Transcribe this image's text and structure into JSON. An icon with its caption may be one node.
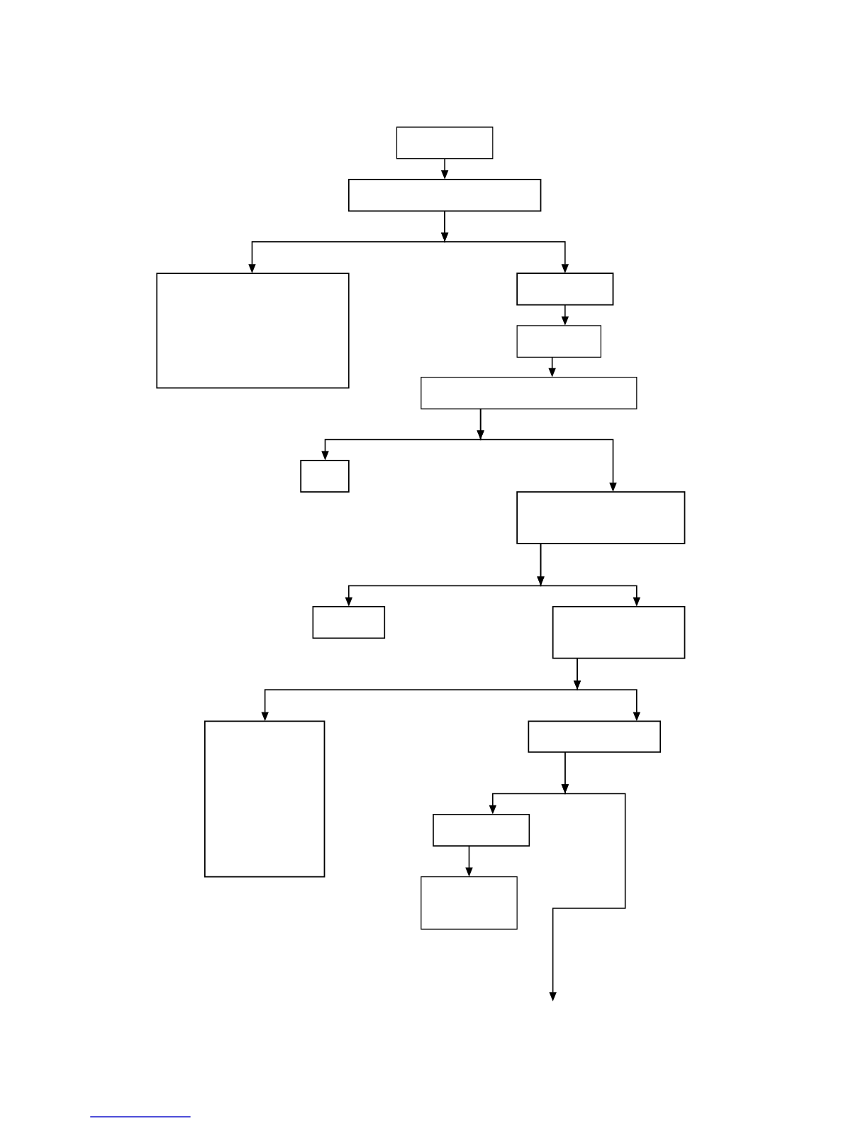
{
  "diagram": {
    "nodes": [
      {
        "text": [],
        "shape": "box"
      },
      {
        "text": [],
        "shape": "box"
      },
      {
        "text": [],
        "shape": "box"
      },
      {
        "text": [],
        "shape": "box"
      },
      {
        "text": [],
        "shape": "box"
      },
      {
        "text": [],
        "shape": "box"
      },
      {
        "text": [],
        "shape": "box"
      },
      {
        "text": [],
        "shape": "box"
      },
      {
        "text": [],
        "shape": "box"
      },
      {
        "text": [],
        "shape": "box"
      },
      {
        "text": [],
        "shape": "box"
      },
      {
        "text": [],
        "shape": "box"
      },
      {
        "text": [],
        "shape": "box"
      },
      {
        "text": [],
        "shape": "box"
      }
    ],
    "edges": [
      {
        "from": 0,
        "to": 1,
        "arrow": "to"
      },
      {
        "from": 1,
        "to": 2,
        "arrow": "to"
      },
      {
        "from": 1,
        "to": 3,
        "arrow": "to"
      },
      {
        "from": 3,
        "to": 4,
        "arrow": "to"
      },
      {
        "from": 4,
        "to": 5,
        "arrow": "to"
      },
      {
        "from": 5,
        "to": 6,
        "arrow": "to"
      },
      {
        "from": 5,
        "to": 7,
        "arrow": "to"
      },
      {
        "from": 7,
        "to": 8,
        "arrow": "to"
      },
      {
        "from": 7,
        "to": 9,
        "arrow": "to"
      },
      {
        "from": 9,
        "to": 10,
        "arrow": "to"
      },
      {
        "from": 9,
        "to": 11,
        "arrow": "to"
      },
      {
        "from": 11,
        "to": 12,
        "arrow": "to"
      },
      {
        "from": 11,
        "to": null,
        "arrow": "to"
      },
      {
        "from": 12,
        "to": 13,
        "arrow": "to"
      }
    ]
  }
}
